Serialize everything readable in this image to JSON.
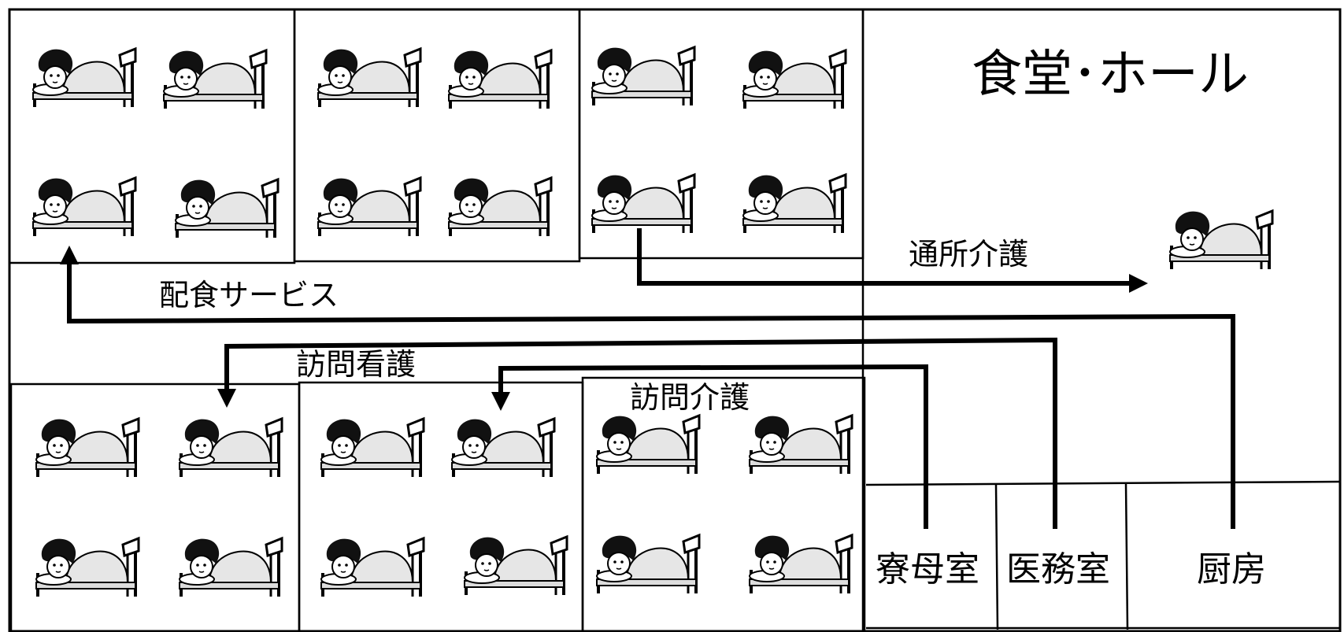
{
  "diagram": {
    "hall_label": "食堂･ホール",
    "rooms": {
      "dorm_mother_room": "寮母室",
      "medical_office": "医務室",
      "kitchen": "厨房"
    },
    "services": {
      "day_care": "通所介護",
      "meal_delivery": "配食サービス",
      "home_nursing": "訪問看護",
      "home_care": "訪問介護"
    },
    "colors": {
      "line": "#000000",
      "background": "#ffffff"
    }
  }
}
